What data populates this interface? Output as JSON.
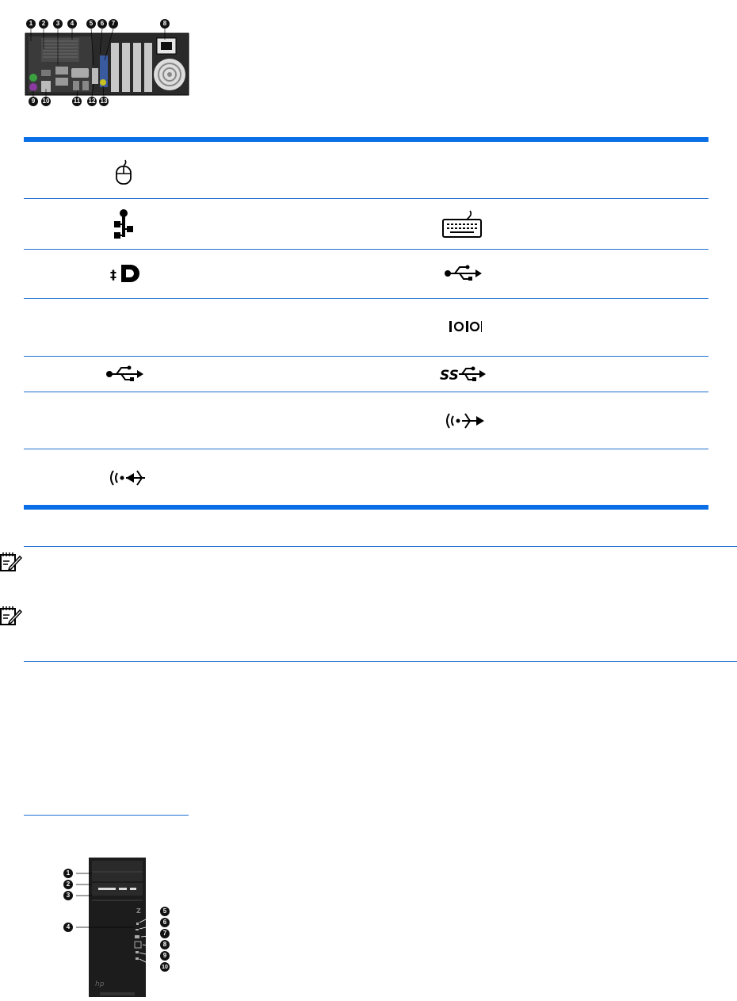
{
  "rear_figure": {
    "callouts_top": [
      "1",
      "2",
      "3",
      "4",
      "5",
      "6",
      "7",
      "8"
    ],
    "callouts_bottom": [
      "9",
      "10",
      "11",
      "12",
      "13"
    ]
  },
  "table": {
    "rows": [
      {
        "left_icon": "mouse-icon",
        "right_icon": ""
      },
      {
        "left_icon": "network-icon",
        "right_icon": "keyboard-icon"
      },
      {
        "left_icon": "displayport-icon",
        "right_icon": "usb-icon"
      },
      {
        "left_icon": "",
        "right_icon": "serial-port-icon"
      },
      {
        "left_icon": "usb-icon",
        "right_icon": "usb-superspeed-icon"
      },
      {
        "left_icon": "",
        "right_icon": "audio-line-out-icon"
      },
      {
        "left_icon": "audio-line-in-icon",
        "right_icon": ""
      }
    ],
    "accent_color": "#0a6ee6"
  },
  "notes": [
    {
      "icon": "note-icon"
    },
    {
      "icon": "note-icon"
    }
  ],
  "front_figure": {
    "callouts": [
      "1",
      "2",
      "3",
      "4",
      "5",
      "6",
      "7",
      "8",
      "9",
      "10"
    ]
  }
}
